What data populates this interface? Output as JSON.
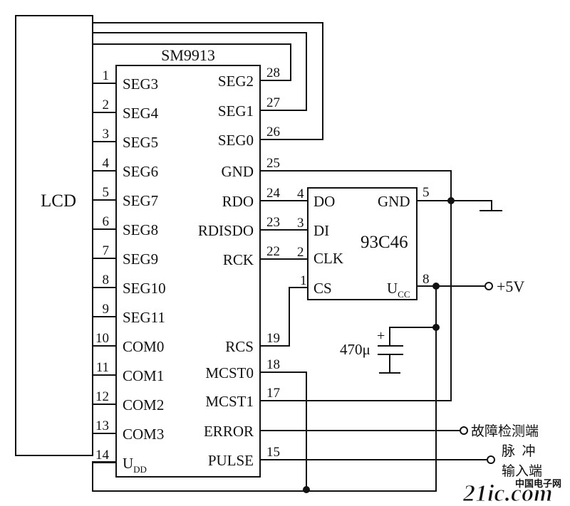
{
  "lcd": {
    "label": "LCD"
  },
  "chip": {
    "name": "SM9913",
    "left_pins": [
      {
        "num": "1",
        "label": "SEG3"
      },
      {
        "num": "2",
        "label": "SEG4"
      },
      {
        "num": "3",
        "label": "SEG5"
      },
      {
        "num": "4",
        "label": "SEG6"
      },
      {
        "num": "5",
        "label": "SEG7"
      },
      {
        "num": "6",
        "label": "SEG8"
      },
      {
        "num": "7",
        "label": "SEG9"
      },
      {
        "num": "8",
        "label": "SEG10"
      },
      {
        "num": "9",
        "label": "SEG11"
      },
      {
        "num": "10",
        "label": "COM0"
      },
      {
        "num": "11",
        "label": "COM1"
      },
      {
        "num": "12",
        "label": "COM2"
      },
      {
        "num": "13",
        "label": "COM3"
      },
      {
        "num": "14",
        "label": "U",
        "sub": "DD"
      }
    ],
    "right_pins": [
      {
        "num": "28",
        "label": "SEG2"
      },
      {
        "num": "27",
        "label": "SEG1"
      },
      {
        "num": "26",
        "label": "SEG0"
      },
      {
        "num": "25",
        "label": "GND"
      },
      {
        "num": "24",
        "label": "RDO"
      },
      {
        "num": "23",
        "label": "RDISDO"
      },
      {
        "num": "22",
        "label": "RCK"
      },
      {
        "num": "19",
        "label": "RCS"
      },
      {
        "num": "18",
        "label": "MCST0"
      },
      {
        "num": "17",
        "label": "MCST1"
      },
      {
        "num": "",
        "label": "ERROR"
      },
      {
        "num": "15",
        "label": "PULSE"
      }
    ]
  },
  "eeprom": {
    "name": "93C46",
    "left_pins": [
      {
        "num": "4",
        "label": "DO"
      },
      {
        "num": "3",
        "label": "DI"
      },
      {
        "num": "2",
        "label": "CLK"
      },
      {
        "num": "1",
        "label": "CS"
      }
    ],
    "right_pins": [
      {
        "num": "5",
        "label": "GND"
      },
      {
        "num": "8",
        "label": "U",
        "sub": "CC"
      }
    ]
  },
  "capacitor": {
    "label": "470μ",
    "plus": "+"
  },
  "power": {
    "label": "+5V"
  },
  "terminals": {
    "fault": "故障检测端",
    "pulse_line1": "脉  冲",
    "pulse_line2": "输入端"
  },
  "watermark": {
    "brand": "21ic.com",
    "cn": "中国电子网"
  }
}
